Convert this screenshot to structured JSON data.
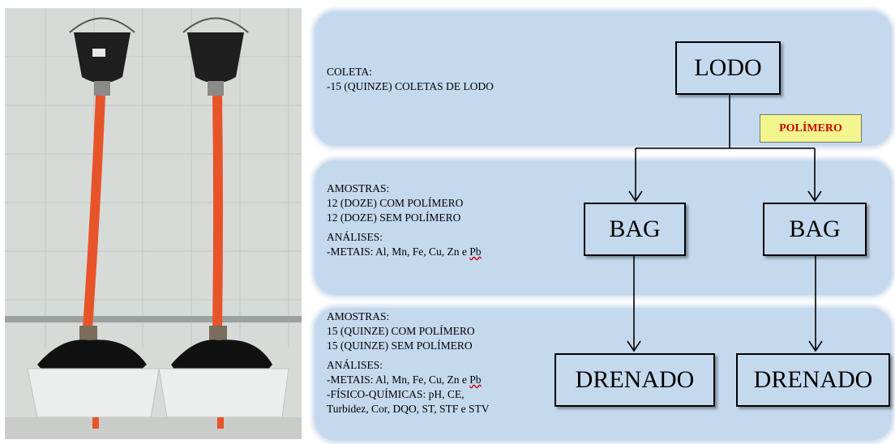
{
  "section1": {
    "line1": "COLETA:",
    "line2": "-15  (QUINZE) COLETAS DE LODO"
  },
  "section2": {
    "line1": "AMOSTRAS:",
    "line2": "12 (DOZE) COM POLÍMERO",
    "line3": "12 (DOZE) SEM POLÍMERO",
    "line4": "ANÁLISES:",
    "line5": "-METAIS: Al, Mn, Fe, Cu, Zn e ",
    "line5_pb": "Pb"
  },
  "section3": {
    "line1": "AMOSTRAS:",
    "line2": "15 (QUINZE) COM POLÍMERO",
    "line3": "15 (QUINZE) SEM POLÍMERO",
    "line4": "ANÁLISES:",
    "line5": "-METAIS: Al, Mn, Fe, Cu, Zn e ",
    "line5_pb": "Pb",
    "line6": "-FÍSICO-QUÍMICAS: pH, CE,",
    "line7": "Turbidez, Cor, DQO, ST, STF e STV"
  },
  "flow": {
    "lodo": "LODO",
    "polimero": "POLÍMERO",
    "bag_left": "BAG",
    "bag_right": "BAG",
    "drenado_left": "DRENADO",
    "drenado_right": "DRENADO"
  }
}
